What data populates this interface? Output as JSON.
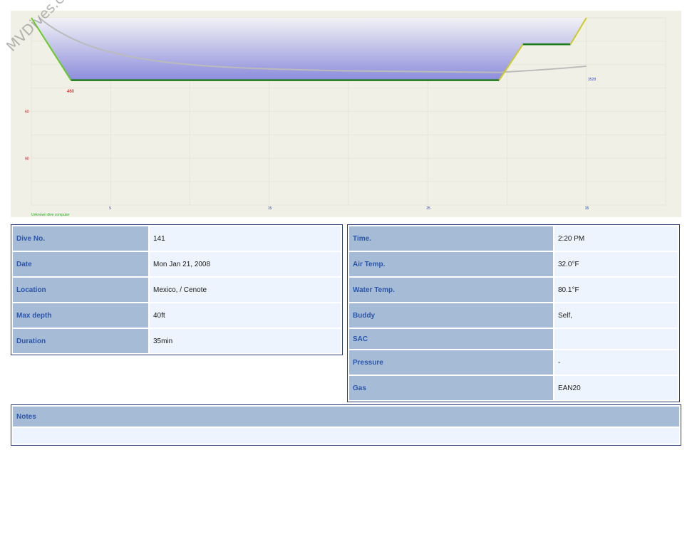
{
  "watermark": "MVDives.com",
  "chart_data": {
    "type": "area",
    "computer_label": "Unknown dive computer",
    "y_tick_labels": [
      "60",
      "90"
    ],
    "x_tick_labels": [
      "5",
      "15",
      "25",
      "35"
    ],
    "ylim": [
      0,
      120
    ],
    "xlim": [
      0,
      40
    ],
    "depth_profile": {
      "x": [
        0,
        2.5,
        29.5,
        31,
        34,
        35
      ],
      "y": [
        0,
        40,
        40,
        17,
        17,
        0
      ]
    },
    "pressure_start_label": "460",
    "pressure_end_label": "3528",
    "series_colors": {
      "descent": "#66cc22",
      "bottom": "#1d7a1d",
      "ascent": "#cccc22",
      "fill": "#8c8cdc",
      "pressure": "#bbbbbb"
    }
  },
  "left_rows": [
    {
      "label": "Dive No.",
      "value": "141"
    },
    {
      "label": "Date",
      "value": "Mon Jan 21, 2008"
    },
    {
      "label": "Location",
      "value": "Mexico, / Cenote"
    },
    {
      "label": "Max depth",
      "value": "40ft"
    },
    {
      "label": "Duration",
      "value": "35min"
    }
  ],
  "right_rows": [
    {
      "label": "Time.",
      "value": "2:20 PM"
    },
    {
      "label": "Air Temp.",
      "value": "32.0°F"
    },
    {
      "label": "Water Temp.",
      "value": "80.1°F"
    },
    {
      "label": "Buddy",
      "value": "Self,"
    },
    {
      "label": "SAC",
      "value": ""
    },
    {
      "label": "Pressure",
      "value": "-"
    },
    {
      "label": "Gas",
      "value": "EAN20"
    }
  ],
  "notes": {
    "label": "Notes",
    "value": ""
  }
}
